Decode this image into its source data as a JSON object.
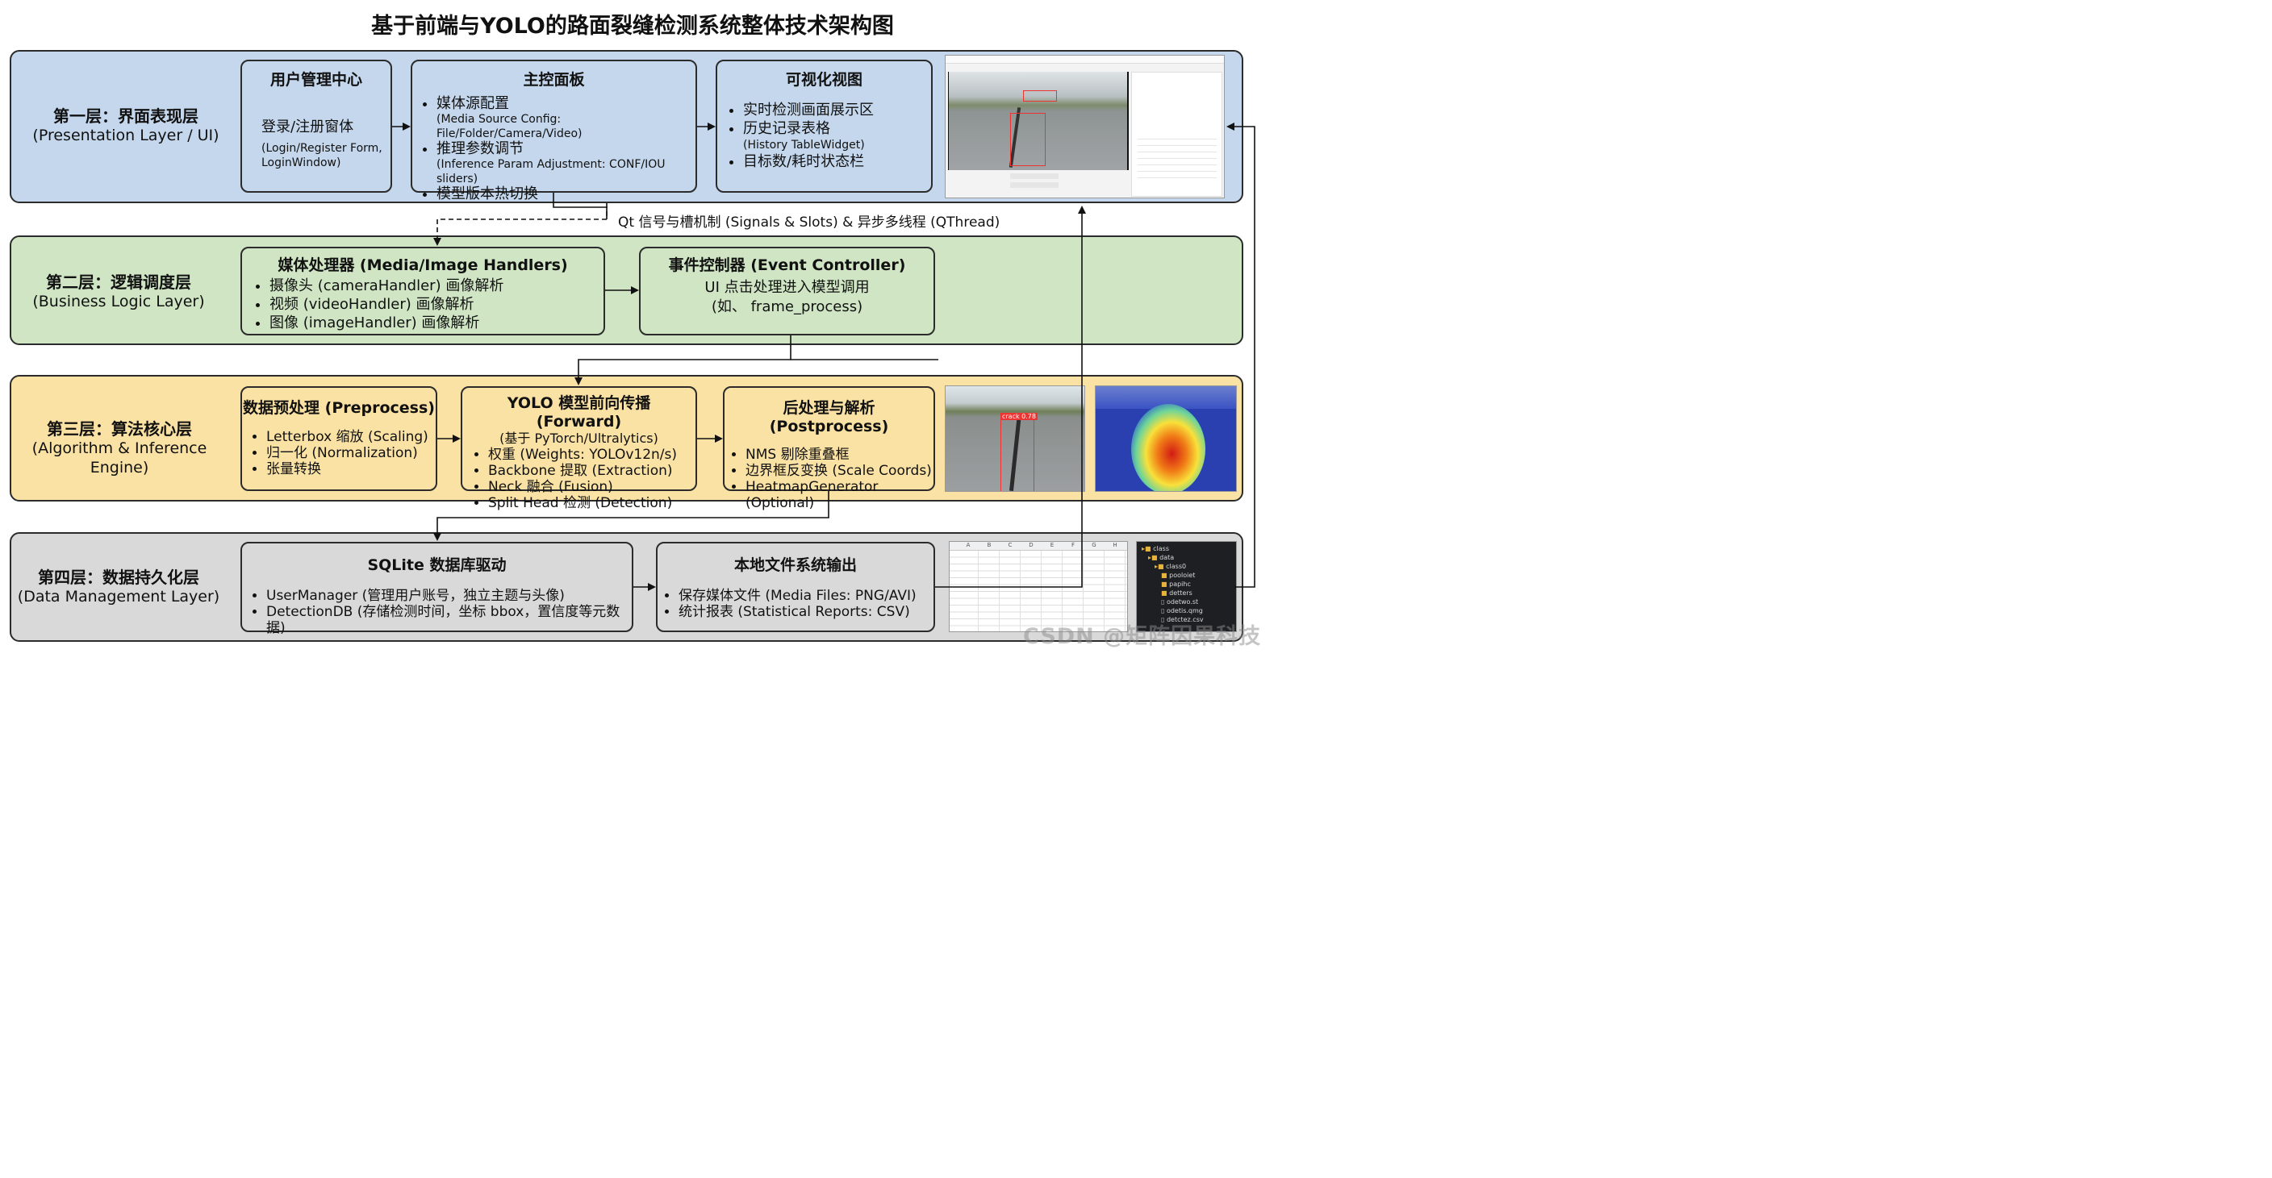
{
  "title": "基于前端与YOLO的路面裂缝检测系统整体技术架构图",
  "connector_label": "Qt 信号与槽机制 (Signals & Slots) & 异步多线程 (QThread)",
  "watermark": "CSDN @矩阵因果科技",
  "layers": [
    {
      "name_zh": "第一层：界面表现层",
      "name_en": "(Presentation Layer / UI)",
      "modules": [
        {
          "title": "用户管理中心",
          "line1": "登录/注册窗体",
          "line2": "(Login/Register Form,",
          "line3": "LoginWindow)"
        },
        {
          "title": "主控面板",
          "items": [
            {
              "main": "媒体源配置",
              "sub": "(Media Source Config: File/Folder/Camera/Video)"
            },
            {
              "main": "推理参数调节",
              "sub": "(Inference Param Adjustment: CONF/IOU sliders)"
            },
            {
              "main": "模型版本热切换",
              "sub": ""
            }
          ]
        },
        {
          "title": "可视化视图",
          "items": [
            {
              "main": "实时检测画面展示区",
              "sub": ""
            },
            {
              "main": "历史记录表格",
              "sub": "(History TableWidget)"
            },
            {
              "main": "目标数/耗时状态栏",
              "sub": ""
            }
          ]
        }
      ]
    },
    {
      "name_zh": "第二层：逻辑调度层",
      "name_en": "(Business Logic Layer)",
      "modules": [
        {
          "title": "媒体处理器 (Media/Image Handlers)",
          "items": [
            "摄像头 (cameraHandler) 画像解析",
            "视频 (videoHandler) 画像解析",
            "图像 (imageHandler) 画像解析"
          ]
        },
        {
          "title": "事件控制器 (Event Controller)",
          "line1": "UI 点击处理进入模型调用",
          "line2": "(如、 frame_process)"
        }
      ]
    },
    {
      "name_zh": "第三层：算法核心层",
      "name_en": "(Algorithm & Inference Engine)",
      "modules": [
        {
          "title": "数据预处理 (Preprocess)",
          "items": [
            "Letterbox 缩放 (Scaling)",
            "归一化 (Normalization)",
            "张量转换"
          ]
        },
        {
          "title": "YOLO 模型前向传播 (Forward)",
          "subtitle": "(基于 PyTorch/Ultralytics)",
          "items": [
            "权重 (Weights: YOLOv12n/s)",
            "Backbone 提取 (Extraction)",
            "Neck 融合 (Fusion)",
            "Split Head 检测 (Detection)"
          ]
        },
        {
          "title": "后处理与解析 (Postprocess)",
          "items": [
            "NMS 剔除重叠框",
            "边界框反变换 (Scale Coords)",
            "HeatmapGenerator (Optional)"
          ]
        }
      ]
    },
    {
      "name_zh": "第四层：数据持久化层",
      "name_en": "(Data Management Layer)",
      "modules": [
        {
          "title": "SQLite 数据库驱动",
          "items": [
            "UserManager (管理用户账号，独立主题与头像)",
            "DetectionDB (存储检测时间，坐标 bbox，置信度等元数据)"
          ]
        },
        {
          "title": "本地文件系统输出",
          "items": [
            "保存媒体文件 (Media Files: PNG/AVI)",
            "统计报表 (Statistical Reports: CSV)"
          ]
        }
      ]
    }
  ],
  "thumb_labels": {
    "detection_label": "crack 0.78",
    "spreadsheet_headers": [
      "A",
      "B",
      "C",
      "D",
      "E",
      "F",
      "G",
      "H"
    ],
    "folders": [
      "class",
      "data",
      "class0",
      "pooloiet",
      "papihc",
      "detters",
      "odetwo.st",
      "odetis.qmg",
      "detctez.csv"
    ]
  },
  "colors": {
    "layer1": "#c5d7ec",
    "layer2": "#cfe5c4",
    "layer3": "#fae2a4",
    "layer4": "#d9d9d9",
    "border": "#2b2b2b"
  }
}
